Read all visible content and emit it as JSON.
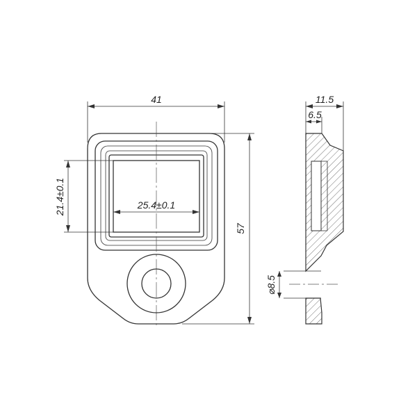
{
  "drawing": {
    "dimensions": {
      "overall_width": "41",
      "overall_height": "57",
      "window_width": "25.4±0.1",
      "window_height": "21.4±0.1",
      "side_total_thickness": "11.5",
      "side_flange_thickness": "6.5",
      "hole_diameter": "⌀8.5"
    }
  }
}
